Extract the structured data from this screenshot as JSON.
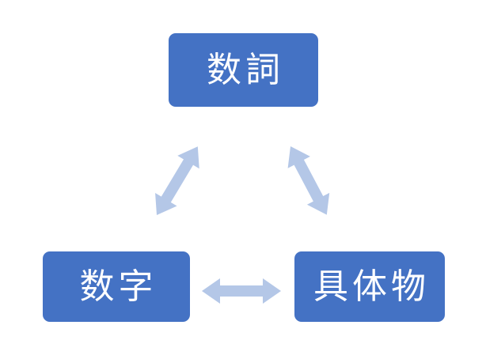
{
  "diagram": {
    "type": "cycle-relationship-diagram",
    "background_color": "#ffffff",
    "node_color": "#4472c4",
    "node_text_color": "#ffffff",
    "arrow_color": "#b4c7e7",
    "nodes": [
      {
        "id": "top",
        "label": "数詞"
      },
      {
        "id": "bottom-left",
        "label": "数字"
      },
      {
        "id": "bottom-right",
        "label": "具体物"
      }
    ],
    "connections": [
      {
        "from": "数詞",
        "to": "数字",
        "style": "double-headed-arrow"
      },
      {
        "from": "数詞",
        "to": "具体物",
        "style": "double-headed-arrow"
      },
      {
        "from": "数字",
        "to": "具体物",
        "style": "double-headed-arrow"
      }
    ]
  }
}
